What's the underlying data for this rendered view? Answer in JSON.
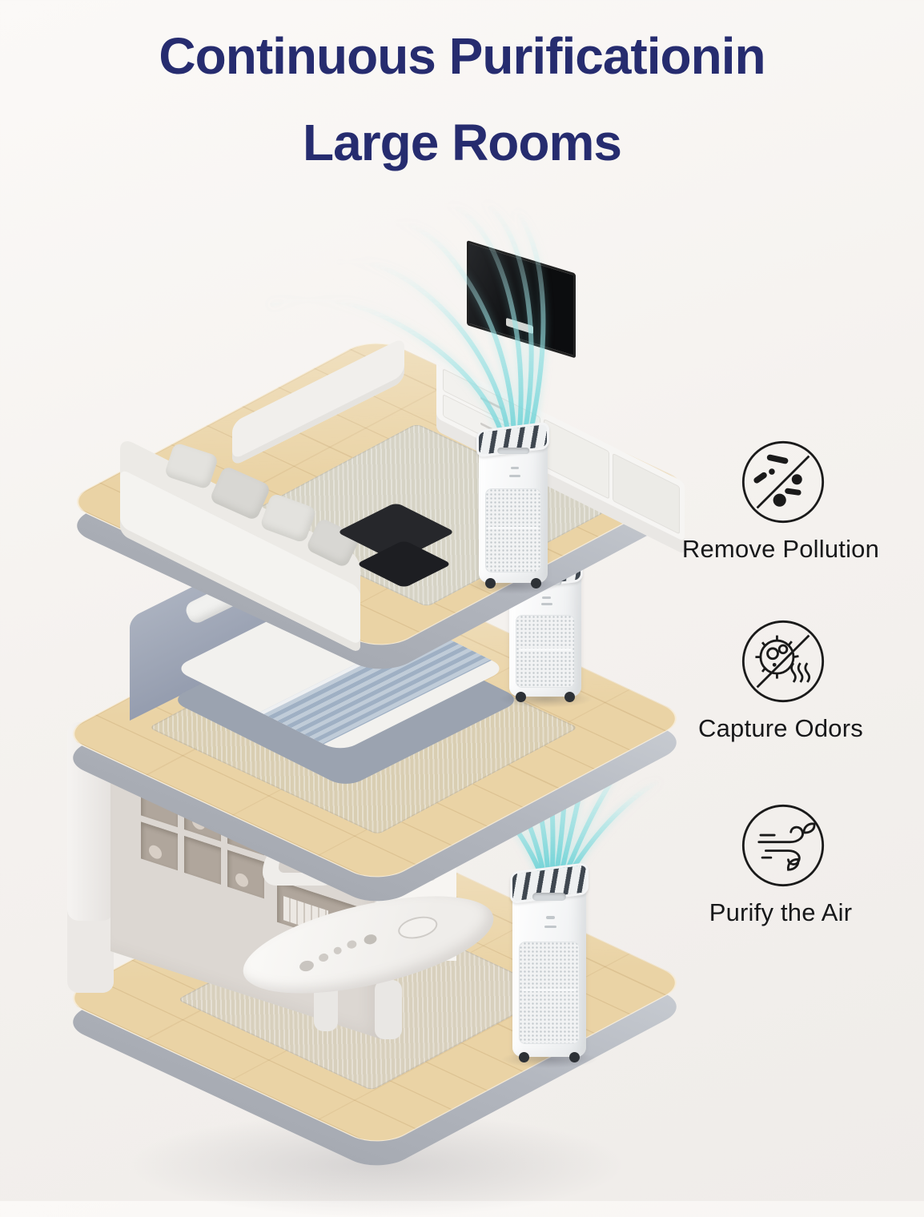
{
  "title": {
    "line1": "Continuous Purificationin",
    "line2": "Large Rooms"
  },
  "features": [
    {
      "icon": "remove-pollution-icon",
      "label": "Remove Pollution"
    },
    {
      "icon": "capture-odors-icon",
      "label": "Capture Odors"
    },
    {
      "icon": "purify-air-icon",
      "label": "Purify the Air"
    }
  ],
  "colors": {
    "title_navy": "#262c6f",
    "icon_line": "#1a1a1a",
    "airflow_teal": "#7fd8da",
    "wood_floor": "#ead3a5",
    "platform_edge": "#b2b6be",
    "background": "#f4f1ee"
  }
}
